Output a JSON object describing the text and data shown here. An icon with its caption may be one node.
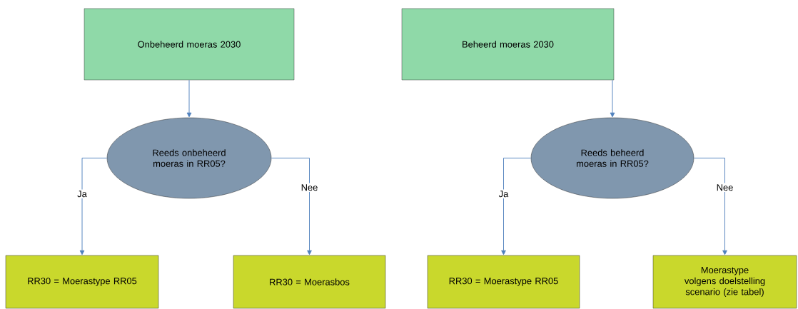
{
  "diagram": {
    "nodes": [
      {
        "text": [
          "Onbeheerd moeras 2030"
        ]
      },
      {
        "text": [
          "Reeds onbeheerd moeras in RR05?"
        ]
      },
      {
        "text": [
          "RR30 = Moerastype RR05"
        ]
      },
      {
        "text": [
          "RR30 = Moerasbos"
        ]
      },
      {
        "text": [
          "Beheerd moeras 2030"
        ]
      },
      {
        "text": [
          "Reeds beheerd moeras in RR05?"
        ]
      },
      {
        "text": [
          "RR30 = Moerastype RR05"
        ]
      },
      {
        "text": [
          "Moerastype volgens doelstelling scenario (zie tabel)"
        ]
      }
    ],
    "edges": [
      {
        "from": 0,
        "to": 1,
        "arrow": "to"
      },
      {
        "from": 1,
        "to": 2,
        "arrow": "to",
        "label": "Ja"
      },
      {
        "from": 1,
        "to": 3,
        "arrow": "to",
        "label": "Nee"
      },
      {
        "from": 4,
        "to": 5,
        "arrow": "to"
      },
      {
        "from": 5,
        "to": 6,
        "arrow": "to",
        "label": "Ja"
      },
      {
        "from": 5,
        "to": 7,
        "arrow": "to",
        "label": "Nee"
      }
    ]
  }
}
